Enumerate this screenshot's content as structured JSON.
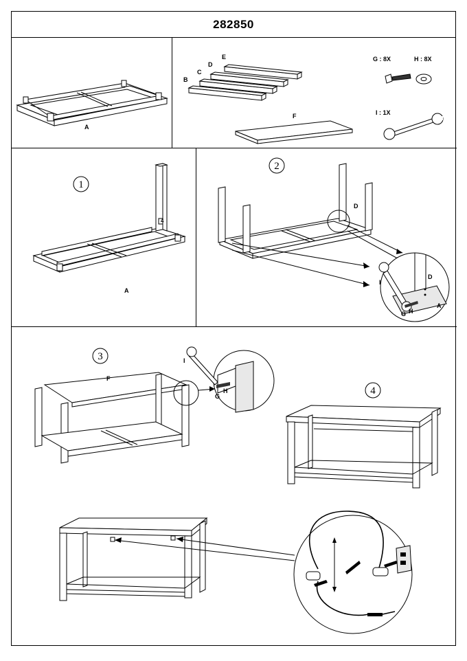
{
  "header": {
    "model_number": "282850"
  },
  "parts": {
    "frame": "A",
    "rails": [
      "B",
      "C",
      "D",
      "E"
    ],
    "shelf": "F",
    "hardware": [
      {
        "label": "G : 8X",
        "icon": "bolt-icon"
      },
      {
        "label": "H : 8X",
        "icon": "washer-icon"
      },
      {
        "label": "I : 1X",
        "icon": "wrench-icon"
      }
    ]
  },
  "steps": {
    "step1": {
      "number": "1",
      "labels": {
        "frame": "A",
        "leg": "4"
      }
    },
    "step2": {
      "number": "2",
      "labels": {
        "callout": "D",
        "wrench": "I",
        "bolt": "G",
        "washer": "H",
        "leg": "D",
        "frame": "A"
      }
    },
    "step3": {
      "number": "3",
      "labels": {
        "shelf": "F",
        "wrench": "I",
        "bolt": "G",
        "washer": "H"
      }
    },
    "step4": {
      "number": "4"
    }
  }
}
